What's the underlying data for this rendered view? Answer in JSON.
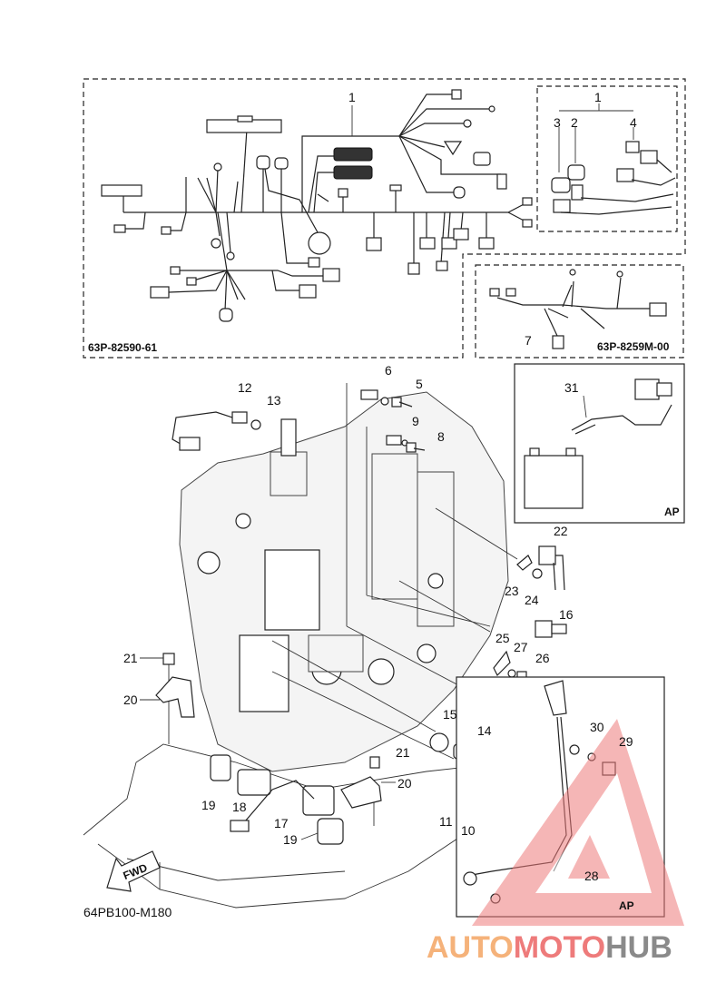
{
  "diagram": {
    "harness_main_code": "63P-82590-61",
    "harness_sub_code": "63P-8259M-00",
    "drawing_code": "64PB100-M180",
    "ap_label_1": "AP",
    "ap_label_2": "AP",
    "fwd_label": "FWD",
    "callouts": {
      "c1a": "1",
      "c1b": "1",
      "c2": "2",
      "c3": "3",
      "c4": "4",
      "c5": "5",
      "c6": "6",
      "c7": "7",
      "c8": "8",
      "c9": "9",
      "c10": "10",
      "c11": "11",
      "c12": "12",
      "c13": "13",
      "c14": "14",
      "c15": "15",
      "c16": "16",
      "c17": "17",
      "c18": "18",
      "c19a": "19",
      "c19b": "19",
      "c20a": "20",
      "c20b": "20",
      "c21a": "21",
      "c21b": "21",
      "c22": "22",
      "c23": "23",
      "c24": "24",
      "c25": "25",
      "c26": "26",
      "c27": "27",
      "c28": "28",
      "c29": "29",
      "c30": "30",
      "c31": "31"
    }
  },
  "watermark": {
    "part1": "AUTO",
    "part2": "MOTO",
    "part3": "HUB",
    "color_orange": "#f5b27a",
    "color_red": "#ee7b7b",
    "color_gray": "#8a8a8a"
  }
}
